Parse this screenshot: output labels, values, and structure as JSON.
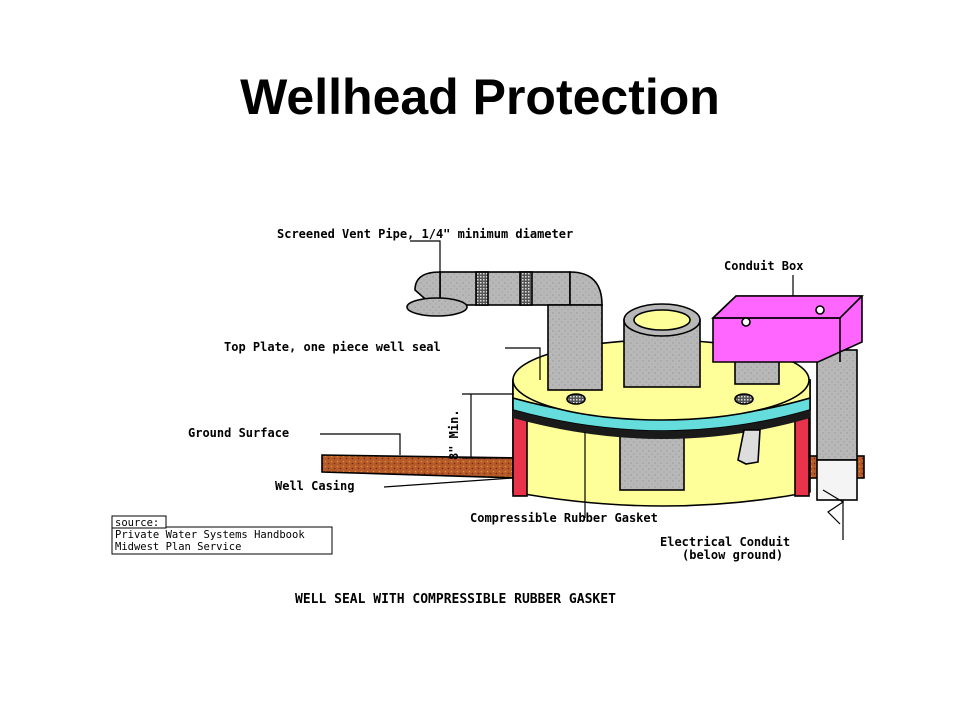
{
  "title": "Wellhead Protection",
  "diagram": {
    "labels": {
      "vent_pipe": "Screened Vent Pipe, 1/4\" minimum diameter",
      "conduit_box": "Conduit Box",
      "top_plate": "Top Plate, one piece well seal",
      "ground_surface": "Ground Surface",
      "well_casing": "Well Casing",
      "gasket": "Compressible Rubber Gasket",
      "electrical_conduit_1": "Electrical Conduit",
      "electrical_conduit_2": "(below ground)",
      "min_height": "8\" Min."
    },
    "source": {
      "heading": "source:",
      "line1": "Private Water Systems Handbook",
      "line2": "Midwest Plan Service"
    },
    "caption": "WELL SEAL WITH COMPRESSIBLE RUBBER GASKET"
  },
  "colors": {
    "pipe_gray": "#b8b8b8",
    "seal_yellow": "#ffff99",
    "gasket_cyan": "#66dddd",
    "conduit_box_pink": "#ff66ff",
    "ground_brown": "#b55a2a",
    "casing_red": "#e8334a"
  }
}
